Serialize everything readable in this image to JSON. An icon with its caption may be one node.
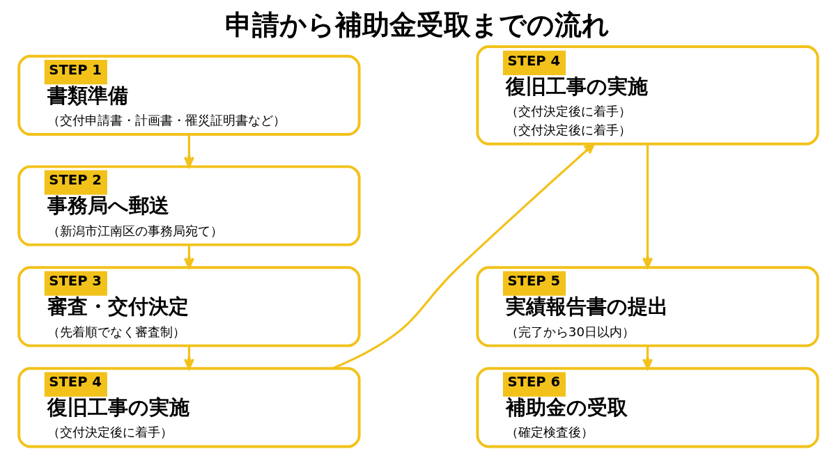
{
  "diagram": {
    "title": "申請から補助金受取までの流れ",
    "nodes": [
      {
        "text": [
          "STEP 1",
          "書類準備",
          "（交付申請書・計画書・罹災証明書など）"
        ]
      },
      {
        "text": [
          "STEP 2",
          "事務局へ郵送",
          "（新潟市江南区の事務局宛て）"
        ]
      },
      {
        "text": [
          "STEP 3",
          "審査・交付決定",
          "（先着順でなく審査制）"
        ]
      },
      {
        "text": [
          "STEP 4",
          "復旧工事の実施",
          "（交付決定後に着手）"
        ]
      },
      {
        "text": [
          "STEP 4",
          "復旧工事の実施",
          "（交付決定後に着手）",
          "（交付決定後に着手）"
        ]
      },
      {
        "text": [
          "STEP 5",
          "実績報告書の提出",
          "（完了から30日以内）"
        ]
      },
      {
        "text": [
          "STEP 6",
          "補助金の受取",
          "（確定検査後）"
        ]
      }
    ],
    "edges": [
      {
        "from": 0,
        "to": 1,
        "arrow": "to"
      },
      {
        "from": 1,
        "to": 2,
        "arrow": "to"
      },
      {
        "from": 2,
        "to": 3,
        "arrow": "to"
      },
      {
        "from": 3,
        "to": 4,
        "arrow": "to"
      },
      {
        "from": 4,
        "to": 5,
        "arrow": "to"
      },
      {
        "from": 5,
        "to": 6,
        "arrow": "to"
      }
    ]
  }
}
